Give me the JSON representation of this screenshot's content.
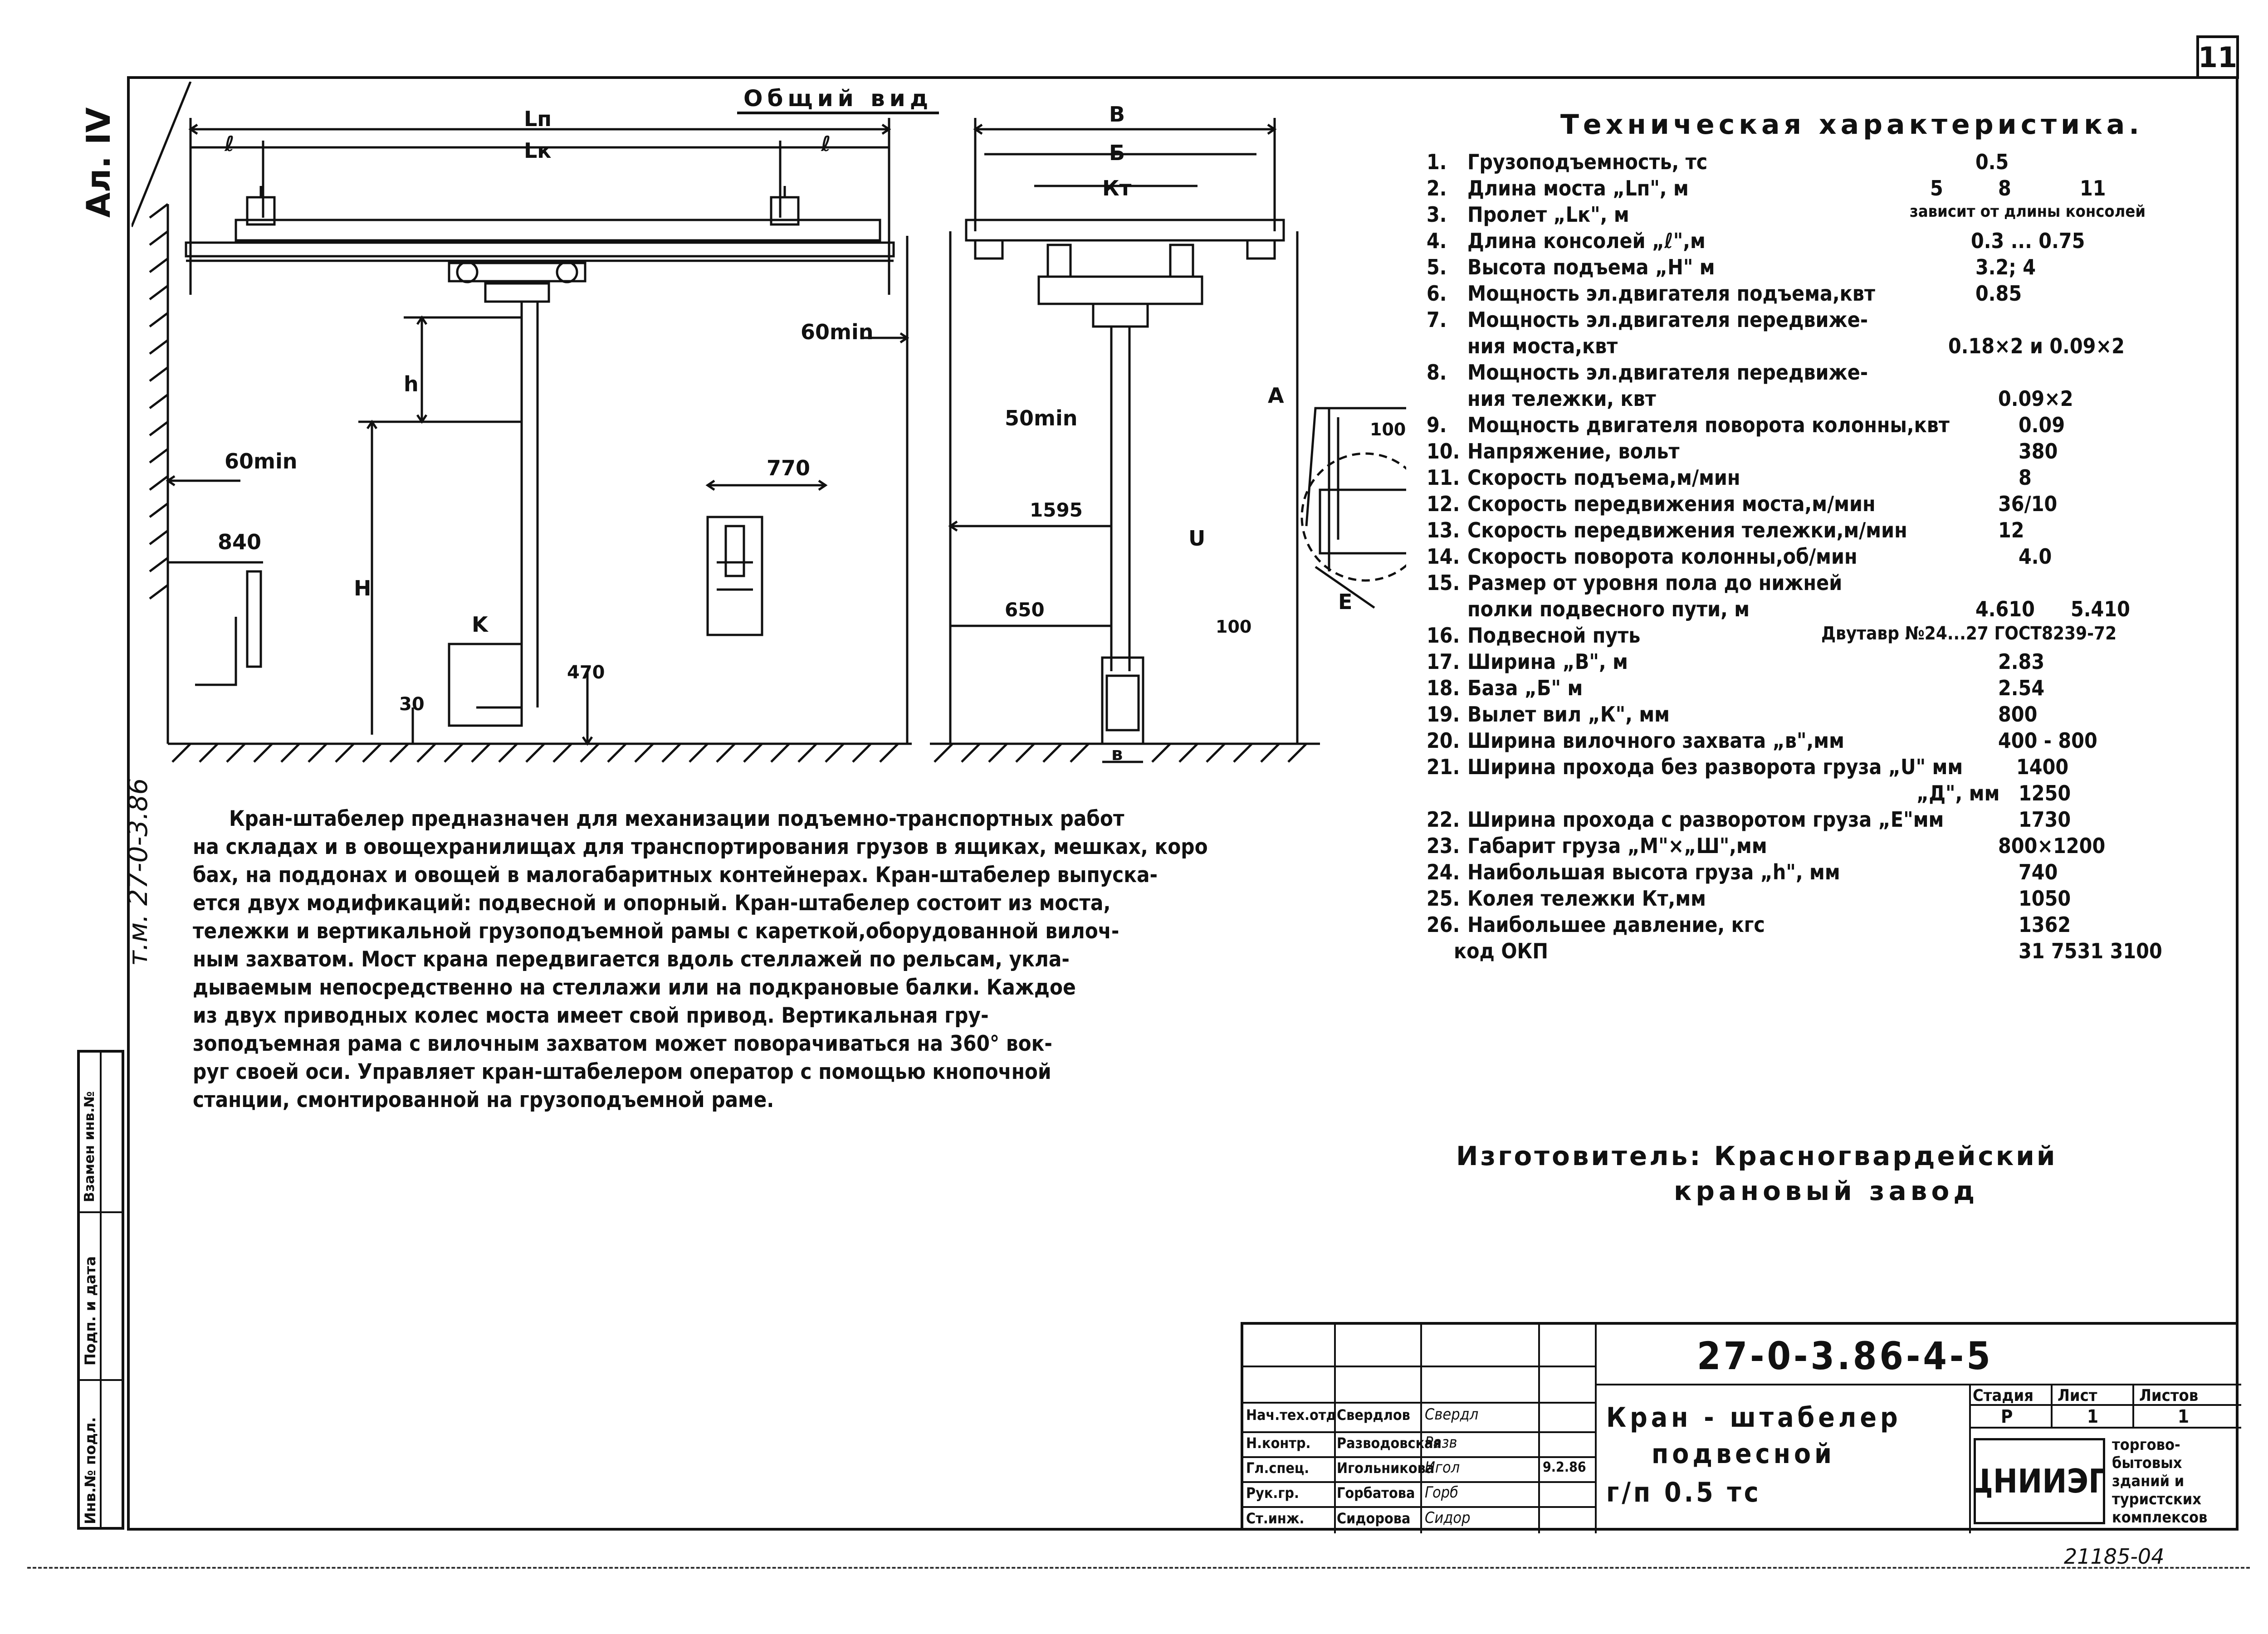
{
  "sheet_number": "11",
  "album_mark": "Ал. IV",
  "series_mark": "т.м. 27-0-3.86",
  "margin_column": [
    "Инв.№ подл.",
    "Подп. и дата",
    "Взамен инв.№"
  ],
  "general_view_title": "Общий вид",
  "dims": {
    "ln": "Lп",
    "lk": "Lк",
    "l_left": "ℓ",
    "l_right": "ℓ",
    "h": "h",
    "H": "H",
    "k": "K",
    "min60_a": "60min",
    "min60_b": "60min",
    "min50": "50min",
    "d840": "840",
    "d770": "770",
    "d470": "470",
    "d30": "30",
    "B": "В",
    "Bb": "Б",
    "Kt": "Кт",
    "d1595": "1595",
    "d650": "650",
    "b_small": "в",
    "A": "А",
    "d100": "100",
    "d100b": "100",
    "U": "U",
    "E": "Е"
  },
  "tech_title": "Техническая характеристика.",
  "specs": [
    {
      "n": "1.",
      "t": "Грузоподъемность, тс",
      "v": [
        "0.5"
      ]
    },
    {
      "n": "2.",
      "t": "Длина моста „Lп\", м",
      "v": [
        "5",
        "8",
        "11"
      ]
    },
    {
      "n": "3.",
      "t": "Пролет „Lк\", м",
      "v": [
        "зависит от длины консолей"
      ]
    },
    {
      "n": "4.",
      "t": "Длина консолей „ℓ\",м",
      "v": [
        "0.3 ... 0.75"
      ]
    },
    {
      "n": "5.",
      "t": "Высота подъема „H\" м",
      "v": [
        "3.2;   4"
      ]
    },
    {
      "n": "6.",
      "t": "Мощность эл.двигателя подъема,квт",
      "v": [
        "0.85"
      ]
    },
    {
      "n": "7.",
      "t": "Мощность эл.двигателя передвиже-",
      "t2": "ния моста,квт",
      "v": [
        "0.18×2 и 0.09×2"
      ]
    },
    {
      "n": "8.",
      "t": "Мощность эл.двигателя передвиже-",
      "t2": "ния тележки, квт",
      "v": [
        "0.09×2"
      ]
    },
    {
      "n": "9.",
      "t": "Мощность двигателя поворота колонны,квт",
      "v": [
        "0.09"
      ]
    },
    {
      "n": "10.",
      "t": "Напряжение, вольт",
      "v": [
        "380"
      ]
    },
    {
      "n": "11.",
      "t": "Скорость подъема,м/мин",
      "v": [
        "8"
      ]
    },
    {
      "n": "12.",
      "t": "Скорость передвижения моста,м/мин",
      "v": [
        "36/10"
      ]
    },
    {
      "n": "13.",
      "t": "Скорость передвижения тележки,м/мин",
      "v": [
        "12"
      ]
    },
    {
      "n": "14.",
      "t": "Скорость поворота колонны,об/мин",
      "v": [
        "4.0"
      ]
    },
    {
      "n": "15.",
      "t": "Размер от уровня пола до нижней",
      "t2": "полки подвесного пути,  м",
      "v": [
        "4.610",
        "5.410"
      ]
    },
    {
      "n": "16.",
      "t": "Подвесной путь",
      "v": [
        "Двутавр №24...27 ГОСТ8239-72"
      ]
    },
    {
      "n": "17.",
      "t": "Ширина „В\",  м",
      "v": [
        "2.83"
      ]
    },
    {
      "n": "18.",
      "t": "База    „Б\"  м",
      "v": [
        "2.54"
      ]
    },
    {
      "n": "19.",
      "t": "Вылет вил „К\", мм",
      "v": [
        "800"
      ]
    },
    {
      "n": "20.",
      "t": "Ширина вилочного захвата „в\",мм",
      "v": [
        "400 - 800"
      ]
    },
    {
      "n": "21.",
      "t": "Ширина прохода без разворота груза „U\" мм",
      "v": [
        "1400"
      ]
    },
    {
      "n": "",
      "t": "„Д\", мм",
      "v": [
        "1250"
      ]
    },
    {
      "n": "22.",
      "t": "Ширина прохода с разворотом груза „Е\"мм",
      "v": [
        "1730"
      ]
    },
    {
      "n": "23.",
      "t": "Габарит груза „М\"×„Ш\",мм",
      "v": [
        "800×1200"
      ]
    },
    {
      "n": "24.",
      "t": "Наибольшая высота груза „h\", мм",
      "v": [
        "740"
      ]
    },
    {
      "n": "25.",
      "t": "Колея тележки Кт,мм",
      "v": [
        "1050"
      ]
    },
    {
      "n": "26.",
      "t": "Наибольшее давление, кгс",
      "v": [
        "1362"
      ]
    },
    {
      "n": "",
      "t": "код  ОКП",
      "v": [
        "31 7531 3100"
      ]
    }
  ],
  "maker_line1": "Изготовитель: Красногвардейский",
  "maker_line2": "крановый завод",
  "description": [
    "Кран-штабелер предназначен для механизации подъемно-транспортных работ",
    "на складах и в овощехранилищах для транспортирования грузов в ящиках, мешках, коро-",
    "бах, на поддонах и овощей в малогабаритных контейнерах. Кран-штабелер выпуска-",
    "ется двух модификаций: подвесной и опорный. Кран-штабелер состоит из моста,",
    "тележки и вертикальной грузоподъемной рамы с кареткой,оборудованной вилоч-",
    "ным захватом. Мост крана передвигается вдоль стеллажей по рельсам, укла-",
    "дываемым непосредственно на стеллажи или на подкрановые балки. Каждое",
    "из двух приводных колес моста имеет свой привод. Вертикальная гру-",
    "зоподъемная рама с вилочным захватом может поворачиваться на 360° вок-",
    "руг своей оси. Управляет кран-штабелером оператор с помощью кнопочной",
    "станции, смонтированной на грузоподъемной раме."
  ],
  "stamp": {
    "code": "27-0-3.86-4-5",
    "name_line1": "Кран - штабелер",
    "name_line2": "подвесной",
    "name_line3": "г/п    0.5 тс",
    "stage_label": "Стадия",
    "sheet_label": "Лист",
    "sheets_label": "Листов",
    "stage": "Р",
    "sheet": "1",
    "sheets": "1",
    "org": "ЦНИИЭП",
    "org_sub": [
      "торгово-",
      "бытовых",
      "зданий и",
      "туристских",
      "комплексов"
    ],
    "date": "9.2.86",
    "people": [
      {
        "role": "Нач.тех.отд",
        "name": "Свердлов",
        "sign": "Свердл"
      },
      {
        "role": "Н.контр.",
        "name": "Разводовская",
        "sign": "Разв"
      },
      {
        "role": "Гл.спец.",
        "name": "Игольникова",
        "sign": "Игол"
      },
      {
        "role": "Рук.гр.",
        "name": "Горбатова",
        "sign": "Горб"
      },
      {
        "role": "Ст.инж.",
        "name": "Сидорова",
        "sign": "Сидор"
      }
    ]
  },
  "archive_number": "21185-04"
}
